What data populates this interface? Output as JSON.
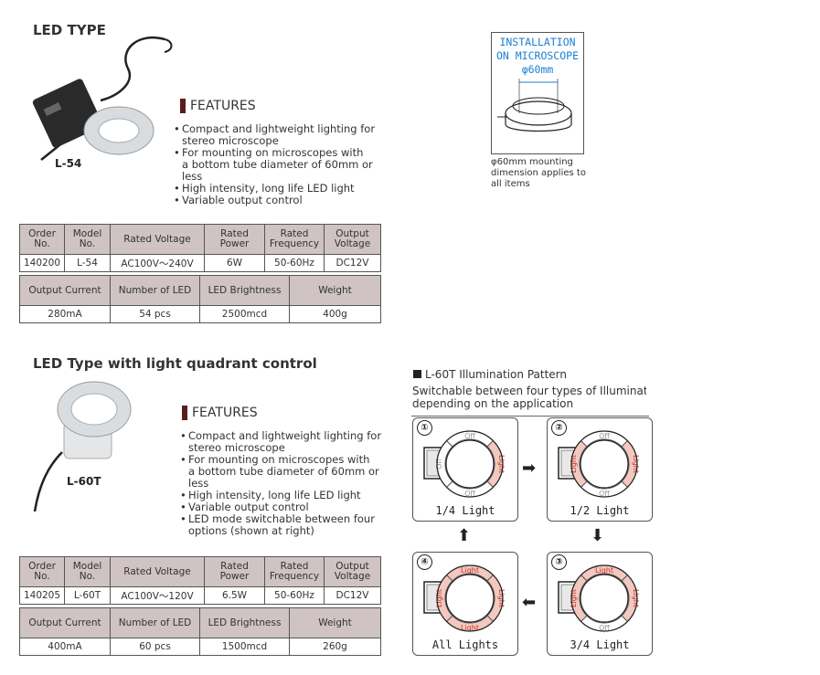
{
  "section1": {
    "title": "LED TYPE",
    "model_label": "L-54",
    "features_heading": "FEATURES",
    "features": [
      {
        "line1": "Compact and lightweight lighting for",
        "line2": "stereo microscope"
      },
      {
        "line1": "For mounting on microscopes with",
        "line2": "a bottom tube diameter of 60mm or less"
      },
      {
        "line1": "High intensity, long life LED light",
        "line2": ""
      },
      {
        "line1": "Variable output control",
        "line2": ""
      }
    ],
    "table1": {
      "headers": [
        {
          "l1": "Order",
          "l2": "No."
        },
        {
          "l1": "Model",
          "l2": "No."
        },
        {
          "l1": "Rated Voltage",
          "l2": ""
        },
        {
          "l1": "Rated Power",
          "l2": ""
        },
        {
          "l1": "Rated",
          "l2": "Frequency"
        },
        {
          "l1": "Output",
          "l2": "Voltage"
        }
      ],
      "row": [
        "140200",
        "L-54",
        "AC100V～240V",
        "6W",
        "50-60Hz",
        "DC12V"
      ]
    },
    "table2": {
      "headers": [
        "Output Current",
        "Number of LED",
        "LED Brightness",
        "Weight"
      ],
      "row": [
        "280mA",
        "54 pcs",
        "2500mcd",
        "400g"
      ]
    }
  },
  "installation": {
    "line1": "INSTALLATION",
    "line2": "ON MICROSCOPE",
    "line3": "φ60mm",
    "note1": "φ60mm mounting",
    "note2": "dimension applies to",
    "note3": "all items"
  },
  "section2": {
    "title": "LED Type with light quadrant control",
    "model_label": "L-60T",
    "features_heading": "FEATURES",
    "features": [
      {
        "line1": "Compact and lightweight lighting for",
        "line2": "stereo microscope"
      },
      {
        "line1": "For mounting on microscopes with",
        "line2": "a bottom tube diameter of 60mm or less"
      },
      {
        "line1": "High intensity, long life LED light",
        "line2": ""
      },
      {
        "line1": "Variable output control",
        "line2": ""
      },
      {
        "line1": "LED mode switchable between four",
        "line2": "options  (shown at right)"
      }
    ],
    "table1": {
      "headers": [
        {
          "l1": "Order",
          "l2": "No."
        },
        {
          "l1": "Model",
          "l2": "No."
        },
        {
          "l1": "Rated Voltage",
          "l2": ""
        },
        {
          "l1": "Rated Power",
          "l2": ""
        },
        {
          "l1": "Rated",
          "l2": "Frequency"
        },
        {
          "l1": "Output",
          "l2": "Voltage"
        }
      ],
      "row": [
        "140205",
        "L-60T",
        "AC100V～120V",
        "6.5W",
        "50-60Hz",
        "DC12V"
      ]
    },
    "table2": {
      "headers": [
        "Output Current",
        "Number of LED",
        "LED Brightness",
        "Weight"
      ],
      "row": [
        "400mA",
        "60 pcs",
        "1500mcd",
        "260g"
      ]
    }
  },
  "pattern": {
    "title": "L-60T Illumination Pattern",
    "desc1": "Switchable between four types of Illuminatio",
    "desc2": "depending on the application",
    "light_word": "Light",
    "off_word": "Off",
    "panels": [
      {
        "num": "①",
        "caption": "1/4 Light",
        "lit": [
          false,
          true,
          false,
          false
        ]
      },
      {
        "num": "②",
        "caption": "1/2 Light",
        "lit": [
          false,
          true,
          false,
          true
        ]
      },
      {
        "num": "③",
        "caption": "3/4 Light",
        "lit": [
          true,
          true,
          false,
          true
        ]
      },
      {
        "num": "④",
        "caption": "All Lights",
        "lit": [
          true,
          true,
          true,
          true
        ]
      }
    ],
    "colors": {
      "lit": "#f2c8bf",
      "off": "#ffffff",
      "stroke": "#555555"
    }
  }
}
